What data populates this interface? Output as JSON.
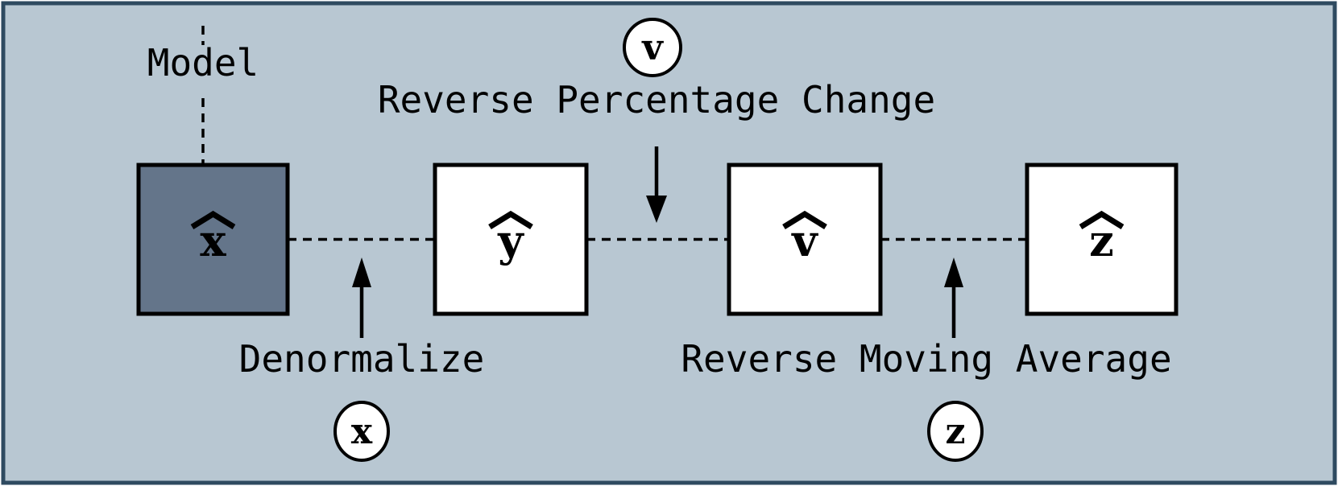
{
  "diagram": {
    "model_label": "Model",
    "colors": {
      "canvas_background": "#ffffff",
      "panel_background": "#b8c7d2",
      "panel_border": "#2e4a60",
      "model_box_fill": "#64758a",
      "data_box_fill": "#ffffff",
      "stroke": "#000000"
    },
    "boxes": [
      {
        "name": "x-hat",
        "letter": "x",
        "role": "model-output"
      },
      {
        "name": "y-hat",
        "letter": "y",
        "role": "intermediate"
      },
      {
        "name": "v-hat",
        "letter": "v",
        "role": "intermediate"
      },
      {
        "name": "z-hat",
        "letter": "z",
        "role": "final"
      }
    ],
    "transforms": [
      {
        "label": "Reverse Percentage Change",
        "marker": "v",
        "arrow": "down"
      },
      {
        "label": "Denormalize",
        "marker": "x",
        "arrow": "up"
      },
      {
        "label": "Reverse Moving Average",
        "marker": "z",
        "arrow": "up"
      }
    ]
  }
}
